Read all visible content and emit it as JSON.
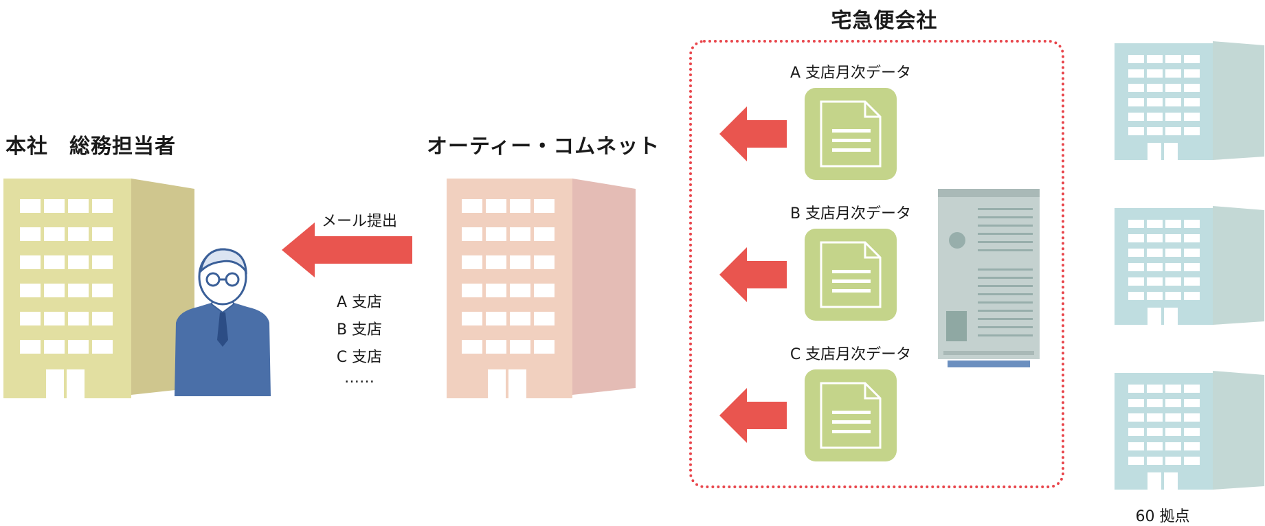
{
  "headquarters": {
    "title": "本社　総務担当者"
  },
  "provider": {
    "title": "オーティー・コムネット"
  },
  "courier": {
    "title": "宅急便会社"
  },
  "submission": {
    "label": "メール提出",
    "branches": [
      "A 支店",
      "B 支店",
      "C 支店",
      "……"
    ]
  },
  "data_files": [
    {
      "label": "A 支店月次データ"
    },
    {
      "label": "B 支店月次データ"
    },
    {
      "label": "C 支店月次データ"
    }
  ],
  "locations": {
    "label": "60 拠点"
  },
  "colors": {
    "arrow": "#e9554f",
    "dotted_border": "#e8454b",
    "hq_building": "#e2dfa1",
    "provider_building": "#f1d0bf",
    "branch_building": "#bfdde0",
    "document_tile": "#c4d48a",
    "person_suit": "#4a6fa8",
    "server": "#c4d1cf"
  },
  "icons": [
    "building-icon",
    "person-icon",
    "arrow-left-icon",
    "document-icon",
    "server-icon"
  ]
}
